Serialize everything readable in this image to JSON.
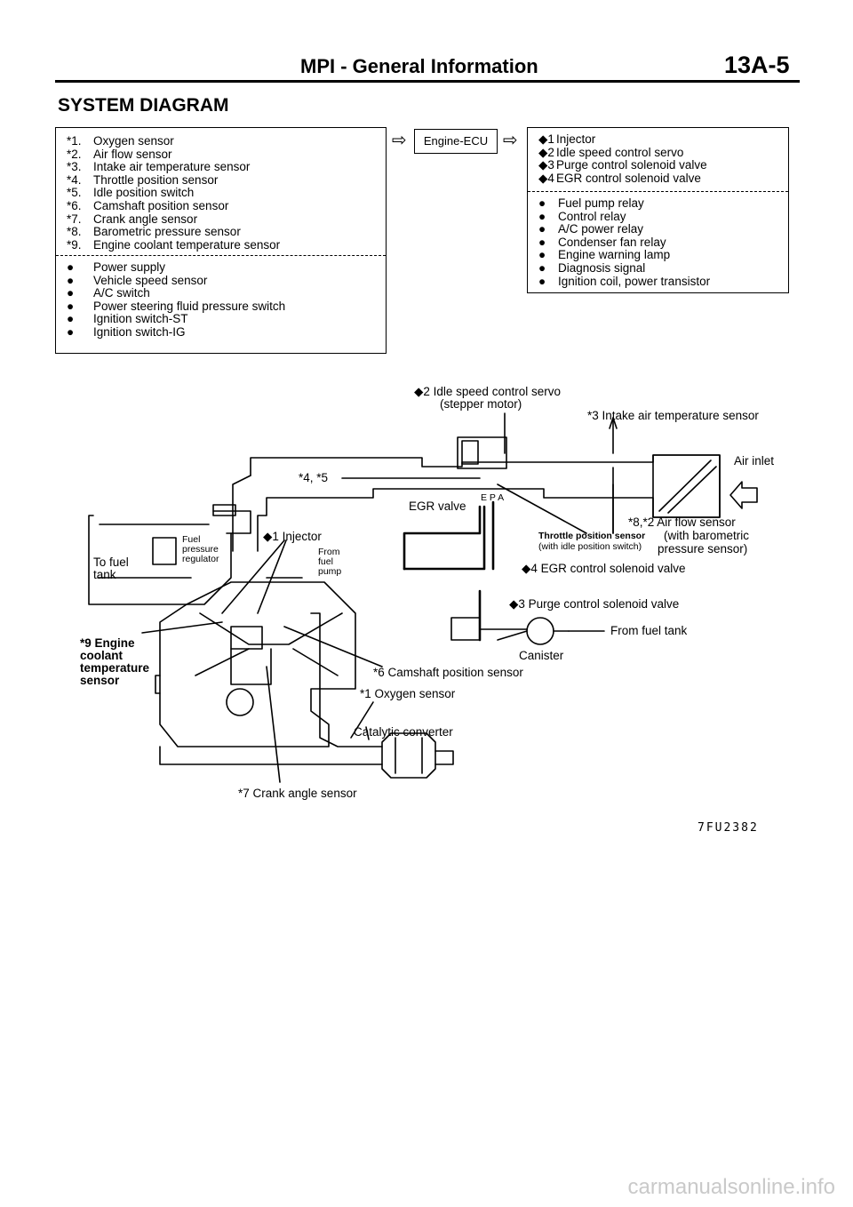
{
  "header": {
    "title": "MPI - General Information",
    "page_number": "13A-5"
  },
  "section_title": "SYSTEM DIAGRAM",
  "inputs": {
    "sensors": [
      {
        "mark": "*1.",
        "label": "Oxygen sensor"
      },
      {
        "mark": "*2.",
        "label": "Air flow sensor"
      },
      {
        "mark": "*3.",
        "label": "Intake air temperature sensor"
      },
      {
        "mark": "*4.",
        "label": "Throttle position sensor"
      },
      {
        "mark": "*5.",
        "label": "Idle position switch"
      },
      {
        "mark": "*6.",
        "label": "Camshaft position sensor"
      },
      {
        "mark": "*7.",
        "label": "Crank angle sensor"
      },
      {
        "mark": "*8.",
        "label": "Barometric pressure sensor"
      },
      {
        "mark": "*9.",
        "label": "Engine coolant temperature sensor"
      }
    ],
    "signals": [
      "Power supply",
      "Vehicle speed sensor",
      "A/C switch",
      "Power steering fluid pressure switch",
      "Ignition switch-ST",
      "Ignition switch-IG"
    ]
  },
  "ecu_label": "Engine-ECU",
  "outputs": {
    "actuators": [
      {
        "mark": "◆1",
        "label": "Injector"
      },
      {
        "mark": "◆2",
        "label": "Idle speed control servo"
      },
      {
        "mark": "◆3",
        "label": "Purge control solenoid valve"
      },
      {
        "mark": "◆4",
        "label": "EGR control solenoid valve"
      }
    ],
    "signals": [
      "Fuel pump relay",
      "Control relay",
      "A/C power relay",
      "Condenser fan relay",
      "Engine warning lamp",
      "Diagnosis signal",
      "Ignition coil, power transistor"
    ]
  },
  "diagram": {
    "isc_servo_line1": "◆2 Idle speed control servo",
    "isc_servo_line2": "(stepper motor)",
    "intake_air_temp_sensor": "*3 Intake air temperature sensor",
    "air_inlet": "Air inlet",
    "tps_isw": "*4, *5",
    "egr_valve": "EGR valve",
    "egr_ports": "E  P  A",
    "air_flow_sensor_line1": "*8,*2 Air flow sensor",
    "air_flow_sensor_line2": "(with barometric",
    "air_flow_sensor_line3": "pressure sensor)",
    "tps_small_line1": "Throttle position sensor",
    "tps_small_line2": "(with idle position switch)",
    "egr_solenoid": "◆4 EGR control solenoid valve",
    "injector": "◆1 Injector",
    "from_fuel_pump": "From fuel pump",
    "fuel_pressure_regulator": "Fuel pressure regulator",
    "to_fuel_tank": "To fuel tank",
    "purge_solenoid": "◆3 Purge control solenoid valve",
    "from_fuel_tank": "From fuel tank",
    "canister": "Canister",
    "coolant_sensor": "*9 Engine coolant temperature sensor",
    "camshaft_sensor": "*6 Camshaft position sensor",
    "oxygen_sensor": "*1 Oxygen sensor",
    "catalytic_converter": "Catalytic converter",
    "crank_angle_sensor": "*7 Crank angle sensor"
  },
  "figure_code": "7FU2382",
  "watermark": "carmanualsonline.info"
}
